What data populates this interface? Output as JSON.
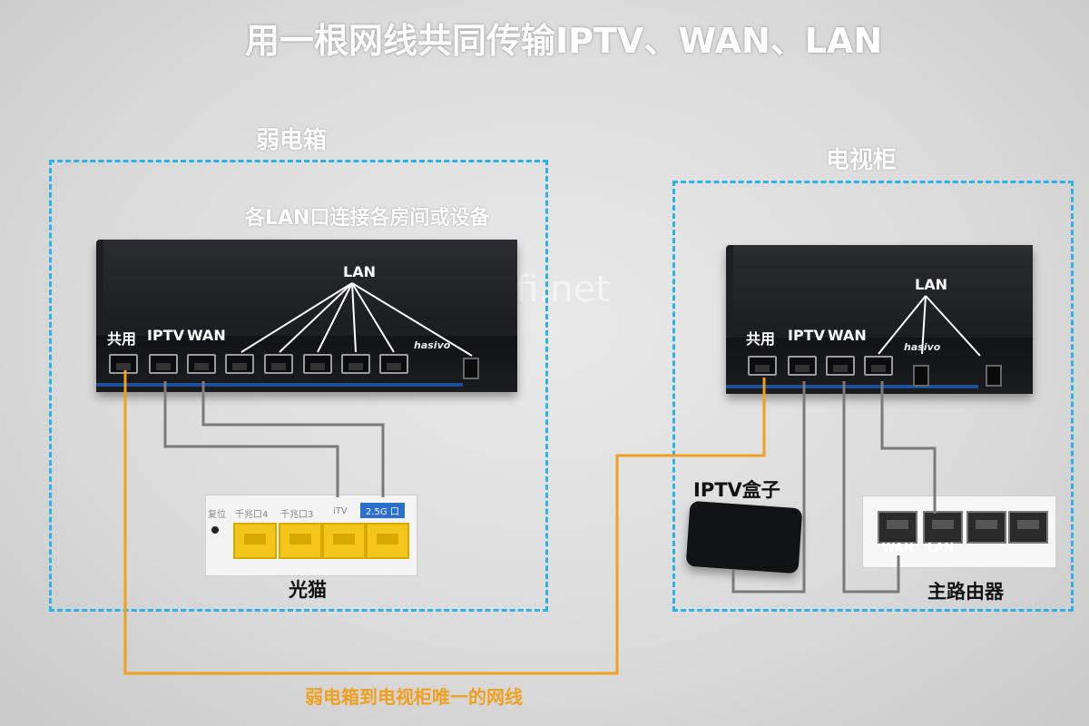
{
  "title": "用一根网线共同传输IPTV、WAN、LAN",
  "watermark": "acwifi.net",
  "left_box": {
    "title": "弱电箱",
    "note": "各LAN口连接各房间或设备",
    "switch": {
      "brand": "hasivo",
      "lan_label": "LAN",
      "port_labels": [
        "共用",
        "IPTV",
        "WAN"
      ]
    },
    "modem": {
      "name": "光猫",
      "labels": [
        "复位",
        "千兆口4",
        "千兆口3",
        "iTV",
        "2.5G 口"
      ]
    }
  },
  "right_box": {
    "title": "电视柜",
    "switch": {
      "brand": "hasivo",
      "lan_label": "LAN",
      "port_labels": [
        "共用",
        "IPTV",
        "WAN"
      ]
    },
    "iptv_box": {
      "name": "IPTV盒子"
    },
    "router": {
      "name": "主路由器",
      "port_labels": [
        "WAN",
        "LAN"
      ]
    }
  },
  "cable_note": "弱电箱到电视柜唯一的网线",
  "colors": {
    "dashed_box": "#2bb2ea",
    "shared_cable": "#f0a020",
    "port_cable": "#7a7a7a",
    "modem_port": "#f3c619"
  }
}
